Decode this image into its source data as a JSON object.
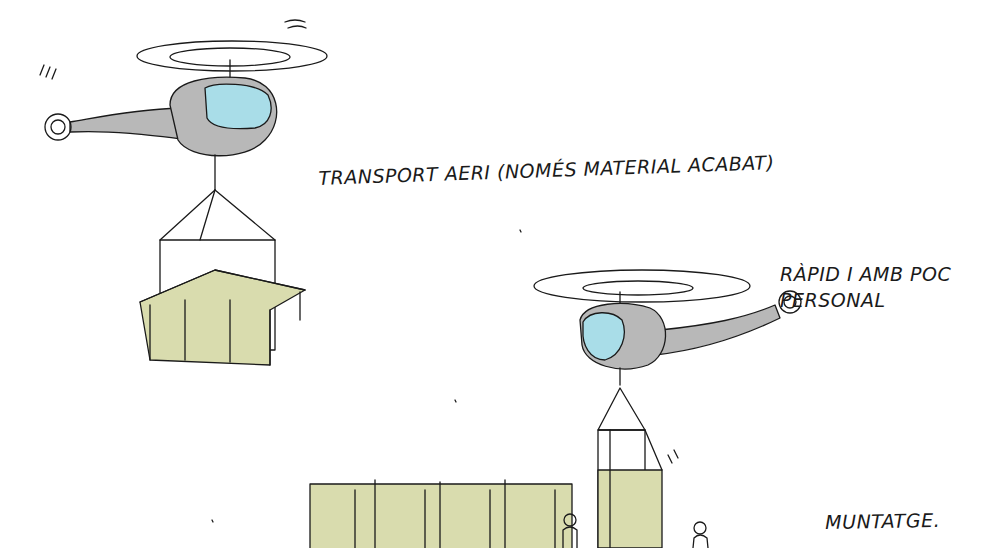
{
  "diagram": {
    "labels": [
      "TRANSPORT AERI (NOMÉS MATERIAL ACABAT)",
      "RÀPID I AMB POC PERSONAL",
      "MUNTATGE."
    ]
  }
}
